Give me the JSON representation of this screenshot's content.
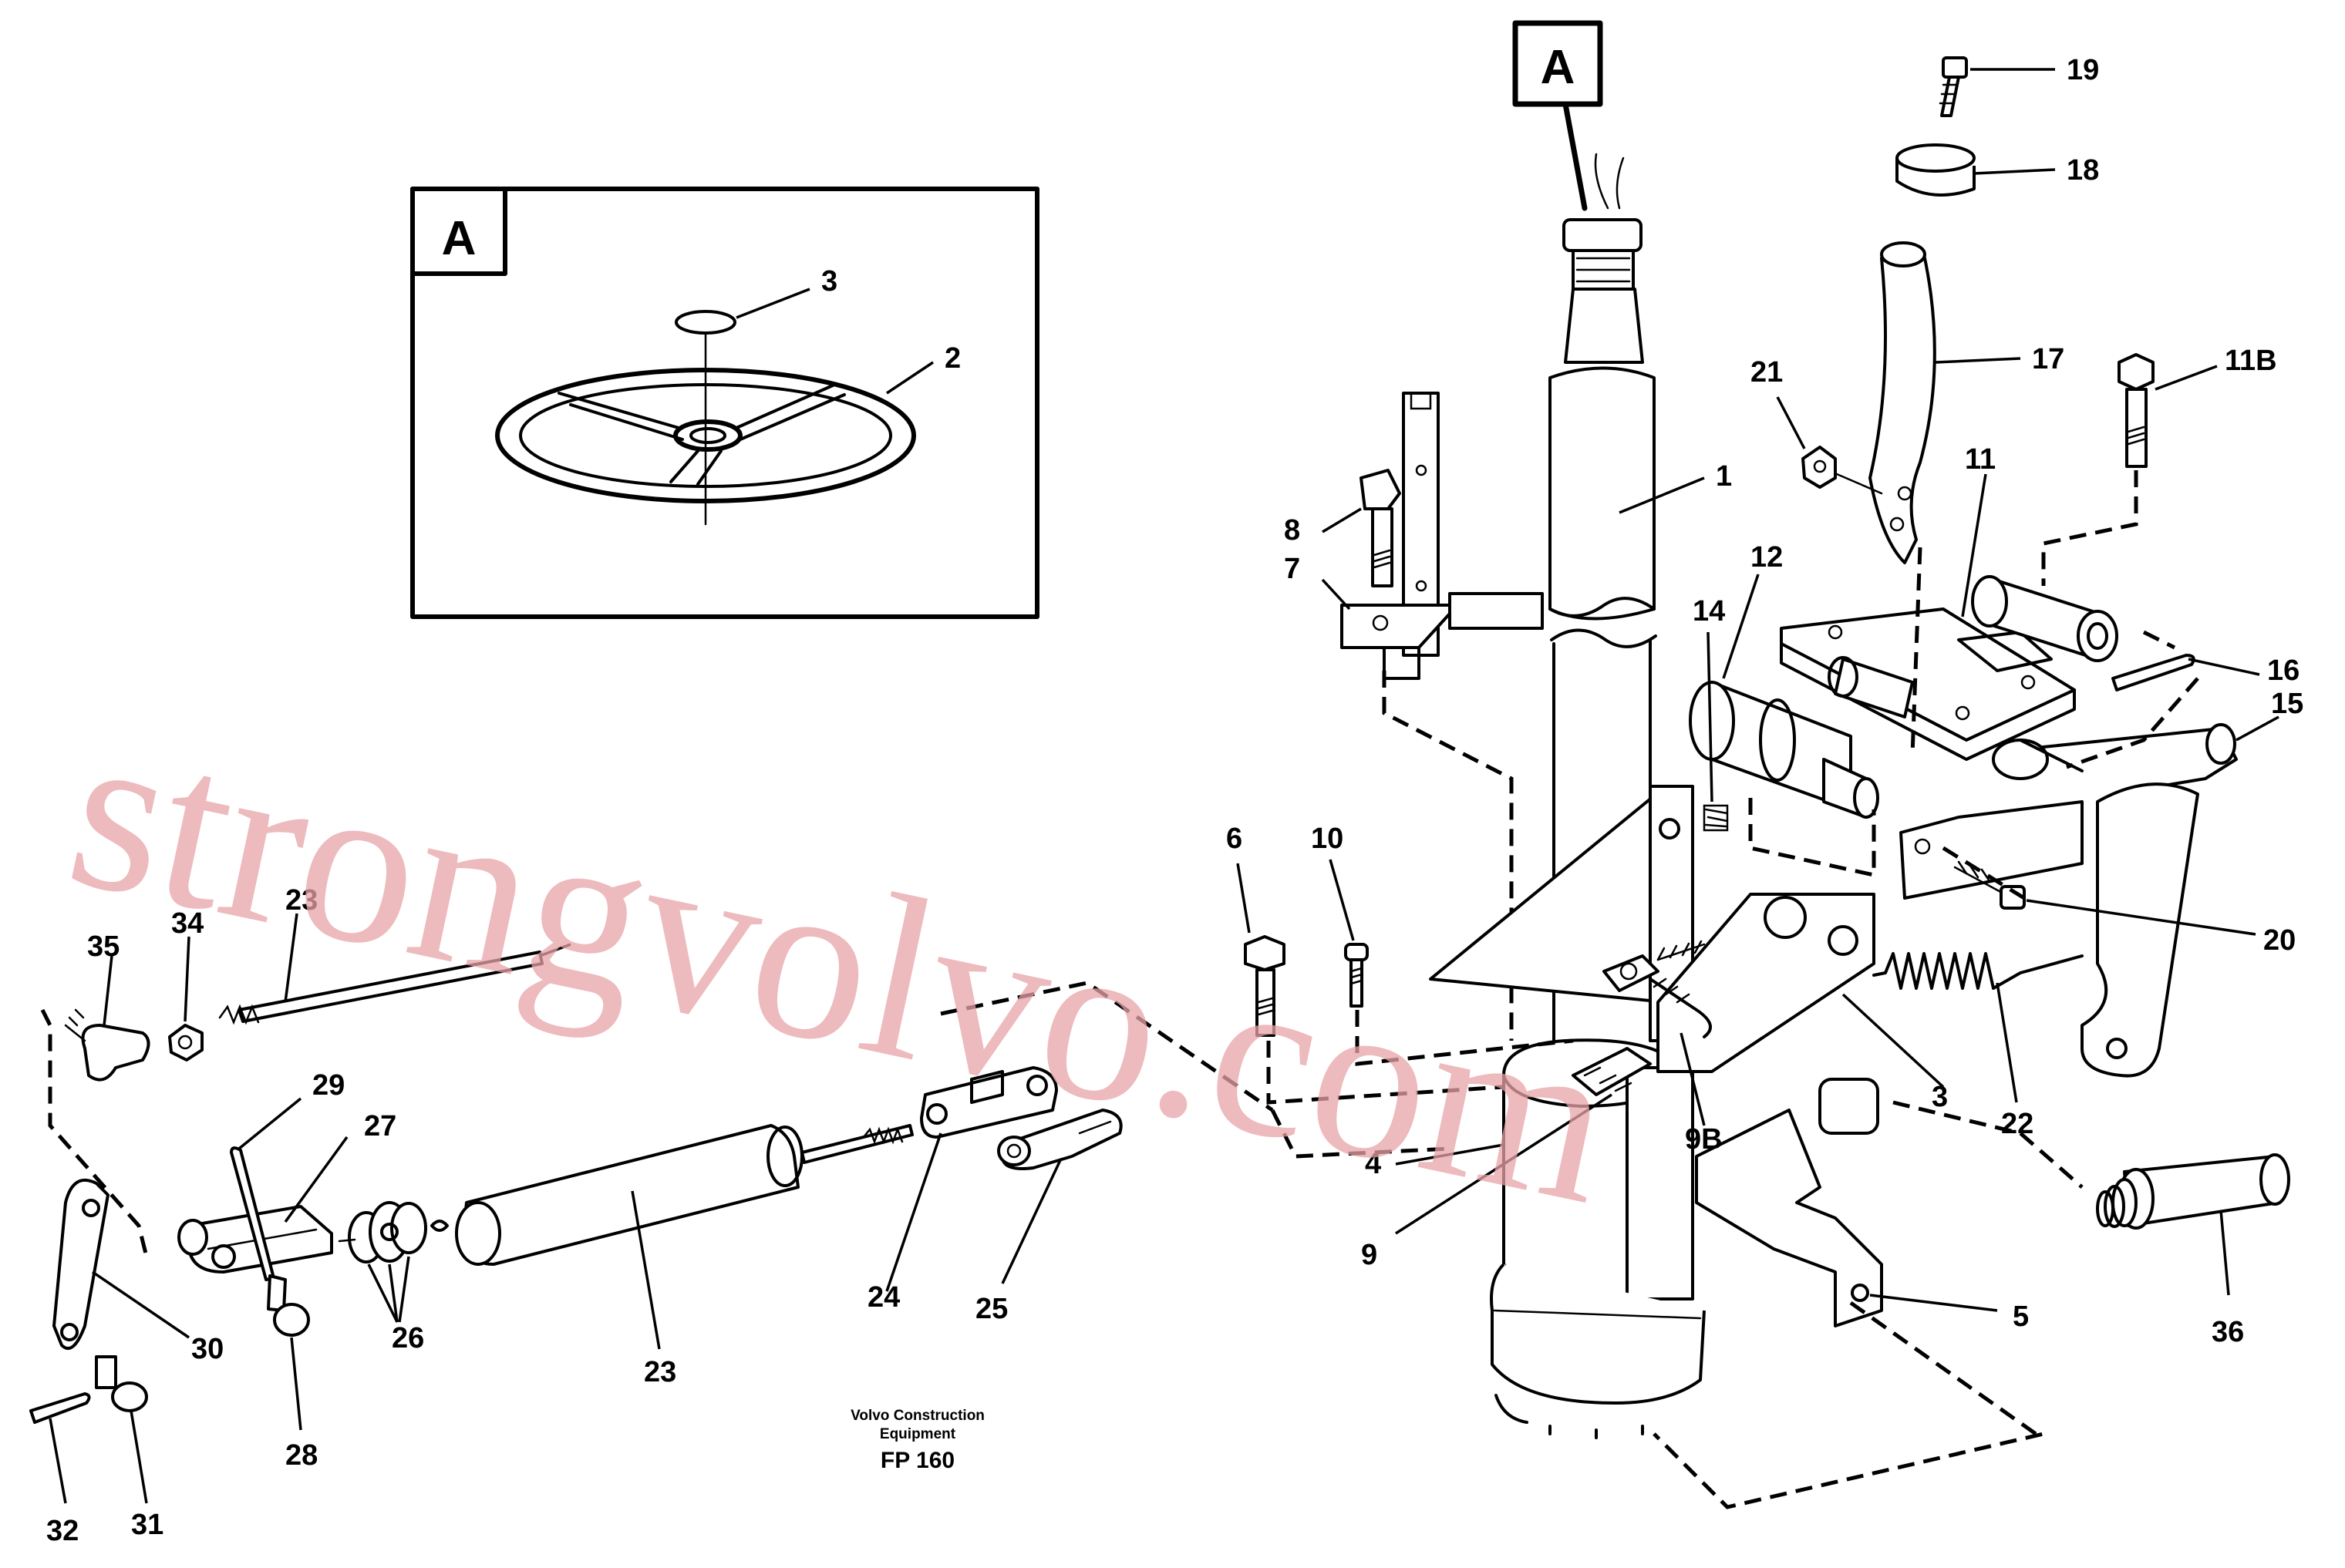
{
  "inset": {
    "tag": "A"
  },
  "callout": {
    "tag": "A"
  },
  "labels": {
    "l1": "1",
    "l2": "2",
    "l3": "3",
    "l3b": "3",
    "l4": "4",
    "l5": "5",
    "l6": "6",
    "l7": "7",
    "l8": "8",
    "l9": "9",
    "l9b": "9B",
    "l10": "10",
    "l11": "11",
    "l11b": "11B",
    "l12": "12",
    "l14": "14",
    "l15": "15",
    "l16": "16",
    "l17": "17",
    "l18": "18",
    "l19": "19",
    "l20": "20",
    "l21": "21",
    "l22": "22",
    "l23": "23",
    "l23b": "23",
    "l24": "24",
    "l25": "25",
    "l26": "26",
    "l27": "27",
    "l28": "28",
    "l29": "29",
    "l30": "30",
    "l31": "31",
    "l32": "32",
    "l34": "34",
    "l35": "35",
    "l36": "36"
  },
  "footer": {
    "company_line1": "Volvo Construction",
    "company_line2": "Equipment",
    "code": "FP 160"
  },
  "watermark": {
    "text": "strongvolvo.com",
    "color": "#e8a3a8"
  }
}
